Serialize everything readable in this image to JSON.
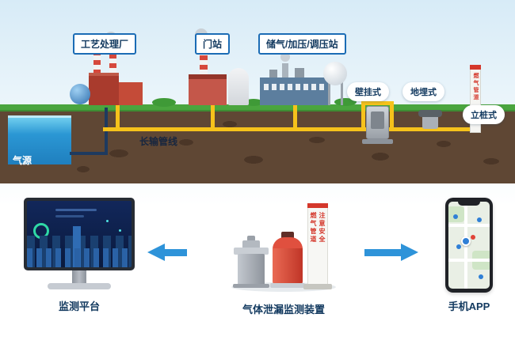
{
  "diagram": {
    "stations": {
      "plant": "工艺处理厂",
      "gate": "门站",
      "storage": "储气/加压/调压站"
    },
    "detectors": {
      "wall": "壁挂式",
      "buried": "地埋式",
      "pole": "立桩式"
    },
    "ground": {
      "gas_source": "气源",
      "pipeline": "长输管线"
    },
    "bottom": {
      "platform": "监测平台",
      "device": "气体泄漏监测装置",
      "app": "手机APP"
    },
    "marker_post": {
      "line1": "燃气管道",
      "line2": "注意安全"
    },
    "pole_marker_text": "燃气管道"
  },
  "colors": {
    "accent": "#1b6cb5",
    "label-text": "#12395f",
    "pipe-yellow": "#f6c21b",
    "pipe-blue": "#1e3a5f",
    "soil": "#5f4734",
    "grass": "#4aa53e",
    "water": "#2f9fd6",
    "arrow": "#2e93d9",
    "marker-red": "#d4372b"
  }
}
